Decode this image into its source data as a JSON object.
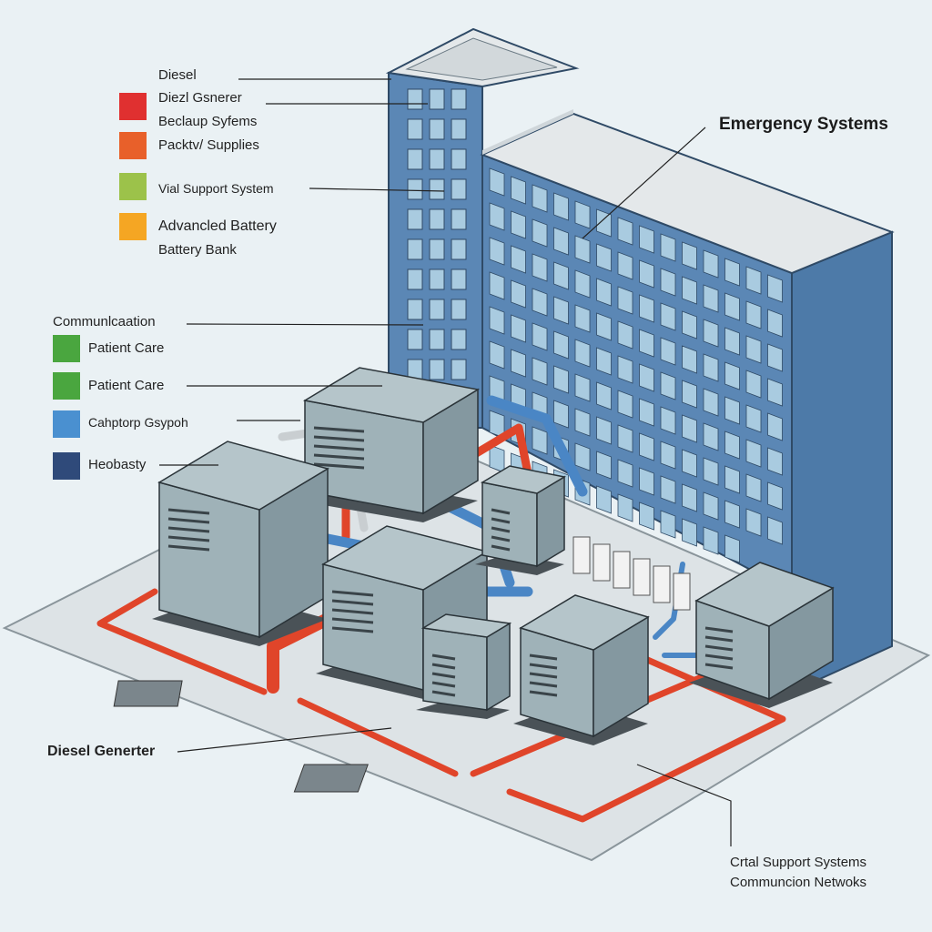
{
  "title": "Emergency Systems",
  "top_legend": [
    {
      "label": "Diesel",
      "color": null
    },
    {
      "label": "Diezl Gsnerer",
      "color": "#e03030"
    },
    {
      "label": "Beclaup Syfems",
      "color": null
    },
    {
      "label": "Packtv/ Supplies",
      "color": "#e8602a"
    },
    {
      "label": "Vial Support System",
      "color": "#9cc24a"
    },
    {
      "label": "Advancled Battery",
      "color": "#f5a623"
    },
    {
      "label": "Battery Bank",
      "color": null
    }
  ],
  "lower_legend": {
    "heading": "Communlcaation",
    "items": [
      {
        "label": "Patient Care",
        "color": "#4aa63f"
      },
      {
        "label": "Patient Care",
        "color": "#4aa63f"
      },
      {
        "label": "Cahptorp Gsypoh",
        "color": "#4a90d0"
      },
      {
        "label": "Heobasty",
        "color": "#2f4a7a"
      }
    ]
  },
  "callouts": {
    "diesel_generator": "Diesel Generter",
    "bottom_line1": "Crtal Support Systems",
    "bottom_line2": "Communcion Netwoks"
  },
  "colors": {
    "building": "#5b87b5",
    "pipe_red": "#e0452a",
    "pipe_blue": "#4a86c5",
    "equipment": "#9fb2b8"
  }
}
